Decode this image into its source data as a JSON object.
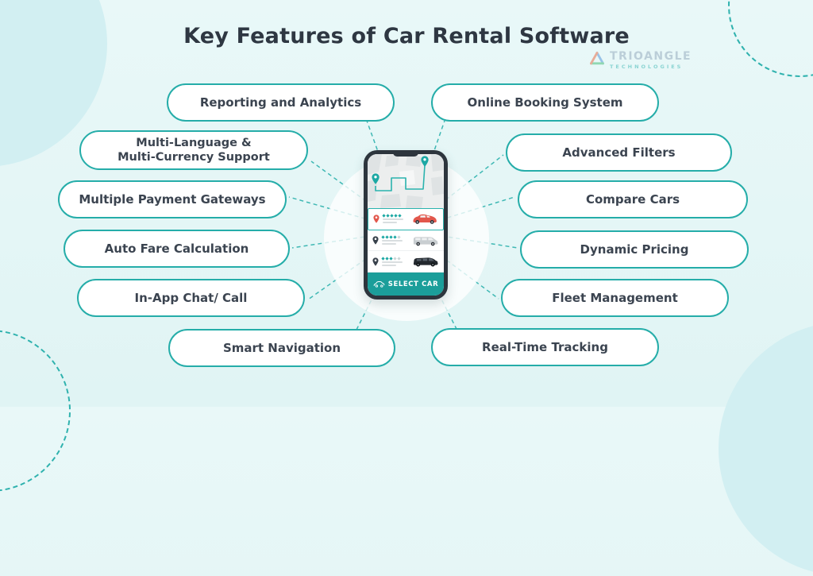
{
  "title": "Key Features of Car Rental Software",
  "logo": {
    "brand": "TRIOANGLE",
    "tagline": "TECHNOLOGIES"
  },
  "pills": {
    "left": [
      {
        "label": "Reporting and Analytics"
      },
      {
        "label": "Multi-Language &\nMulti-Currency Support"
      },
      {
        "label": "Multiple Payment Gateways"
      },
      {
        "label": "Auto Fare Calculation"
      },
      {
        "label": "In-App Chat/ Call"
      },
      {
        "label": "Smart Navigation"
      }
    ],
    "right": [
      {
        "label": "Online Booking System"
      },
      {
        "label": "Advanced Filters"
      },
      {
        "label": "Compare Cars"
      },
      {
        "label": "Dynamic Pricing"
      },
      {
        "label": "Fleet Management"
      },
      {
        "label": "Real-Time Tracking"
      }
    ]
  },
  "phone": {
    "select_button": "SELECT CAR",
    "cars": [
      {
        "name": "red-hatchback",
        "rating": 5,
        "selected": true
      },
      {
        "name": "gray-minivan",
        "rating": 4,
        "selected": false
      },
      {
        "name": "black-suv",
        "rating": 3,
        "selected": false
      }
    ],
    "map_pins": 2
  },
  "colors": {
    "background": "#e3f5f5",
    "accent_teal": "#1ca8a4",
    "pill_border": "#25ada9",
    "title_text": "#2e3742",
    "pill_text": "#3b4450",
    "phone_frame": "#2d353d",
    "select_bar": "#1b9e9a",
    "highlight_car": "#e2574c"
  }
}
